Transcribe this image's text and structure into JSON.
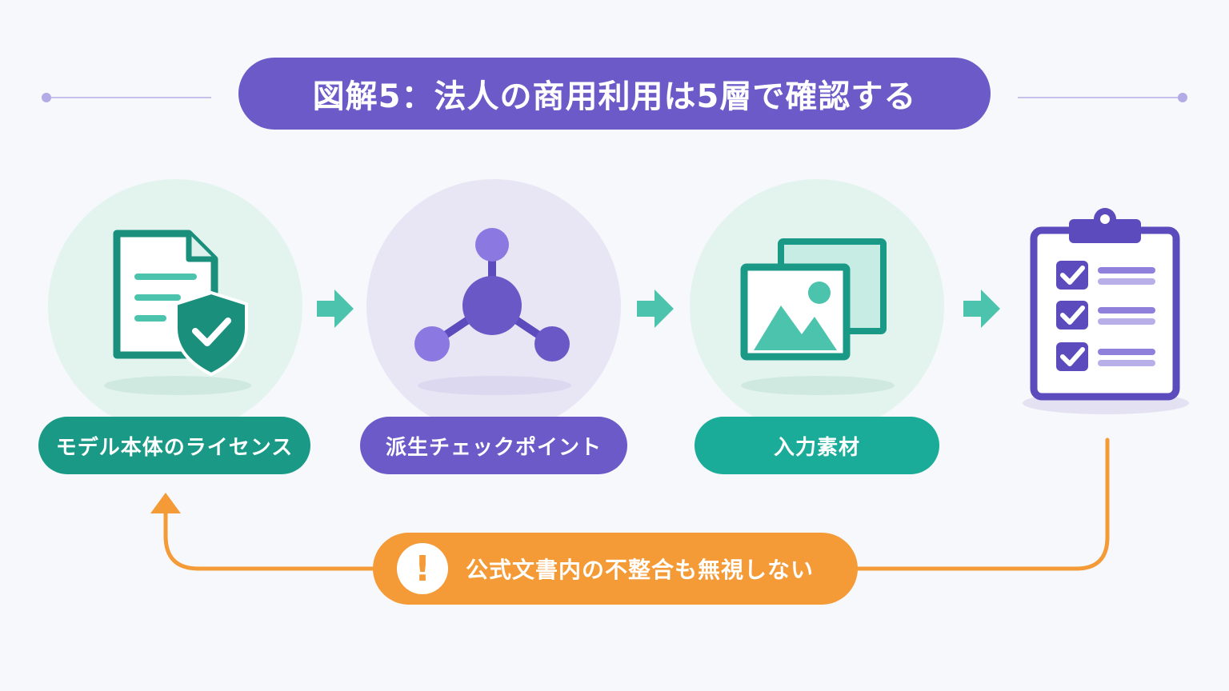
{
  "title": "図解5：法人の商用利用は5層で確認する",
  "steps": [
    {
      "label": "モデル本体のライセンス",
      "icon": "document-shield-icon"
    },
    {
      "label": "派生チェックポイント",
      "icon": "node-network-icon"
    },
    {
      "label": "入力素材",
      "icon": "image-stack-icon"
    }
  ],
  "final_step_icon": "clipboard-checklist-icon",
  "warning": {
    "icon": "exclamation-icon",
    "text": "公式文書内の不整合も無視しない"
  },
  "colors": {
    "purple": "#6b5ac8",
    "teal": "#1a9a86",
    "green": "#1aab99",
    "orange": "#f49a36",
    "arrow_teal": "#4cc3ad"
  }
}
